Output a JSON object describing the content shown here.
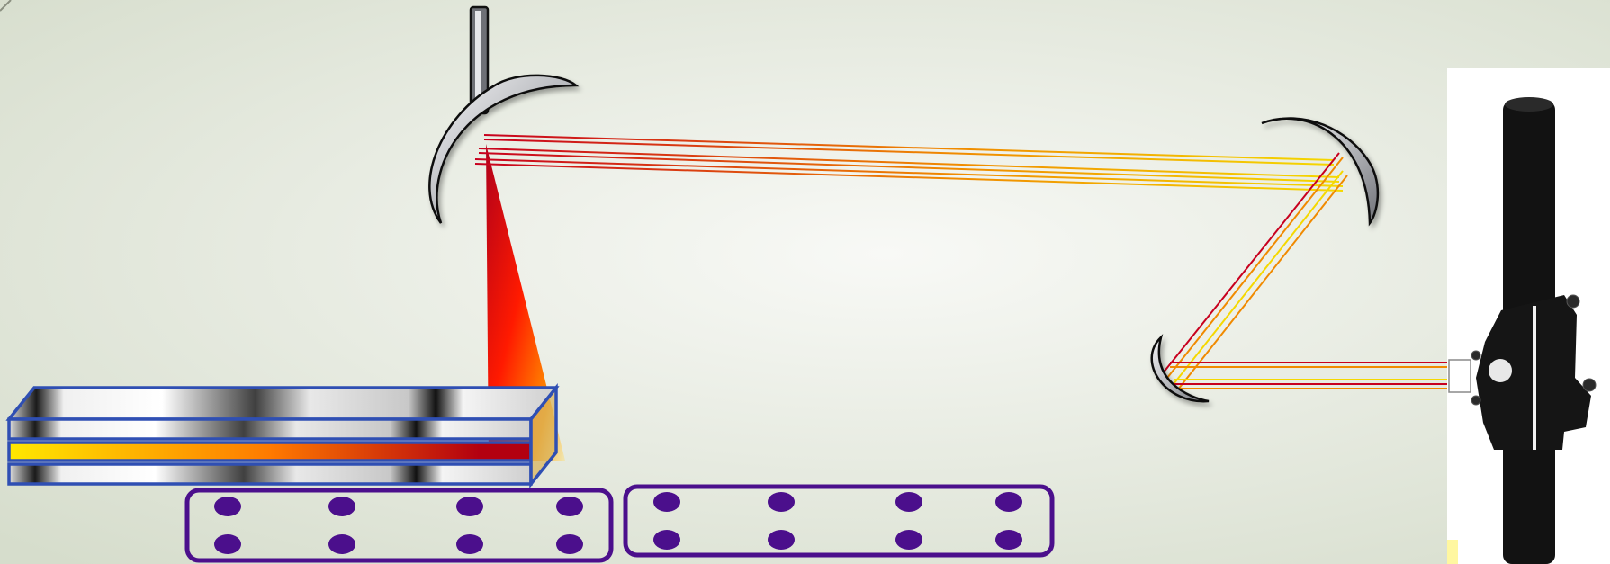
{
  "diagram": {
    "background": {
      "center": "#f8f9f6",
      "edge": "#d6ddcc"
    },
    "beam_colors": {
      "red": "#c8001e",
      "orange": "#f08a00",
      "yellow": "#f5d800"
    },
    "mirror_colors": {
      "fill": "#9ea0a6",
      "highlight": "#f4f4f6",
      "edge": "#111111"
    },
    "waveguide_colors": {
      "outline": "#2f4fb3",
      "core_start": "#ffe800",
      "core_end": "#b30010"
    },
    "array_colors": {
      "frame": "#4b0f8c",
      "dot": "#4b0f8c"
    },
    "mount_color": "#121212",
    "detector_arrays": [
      {
        "rows": 2,
        "cols": 4
      },
      {
        "rows": 2,
        "cols": 4
      }
    ]
  }
}
